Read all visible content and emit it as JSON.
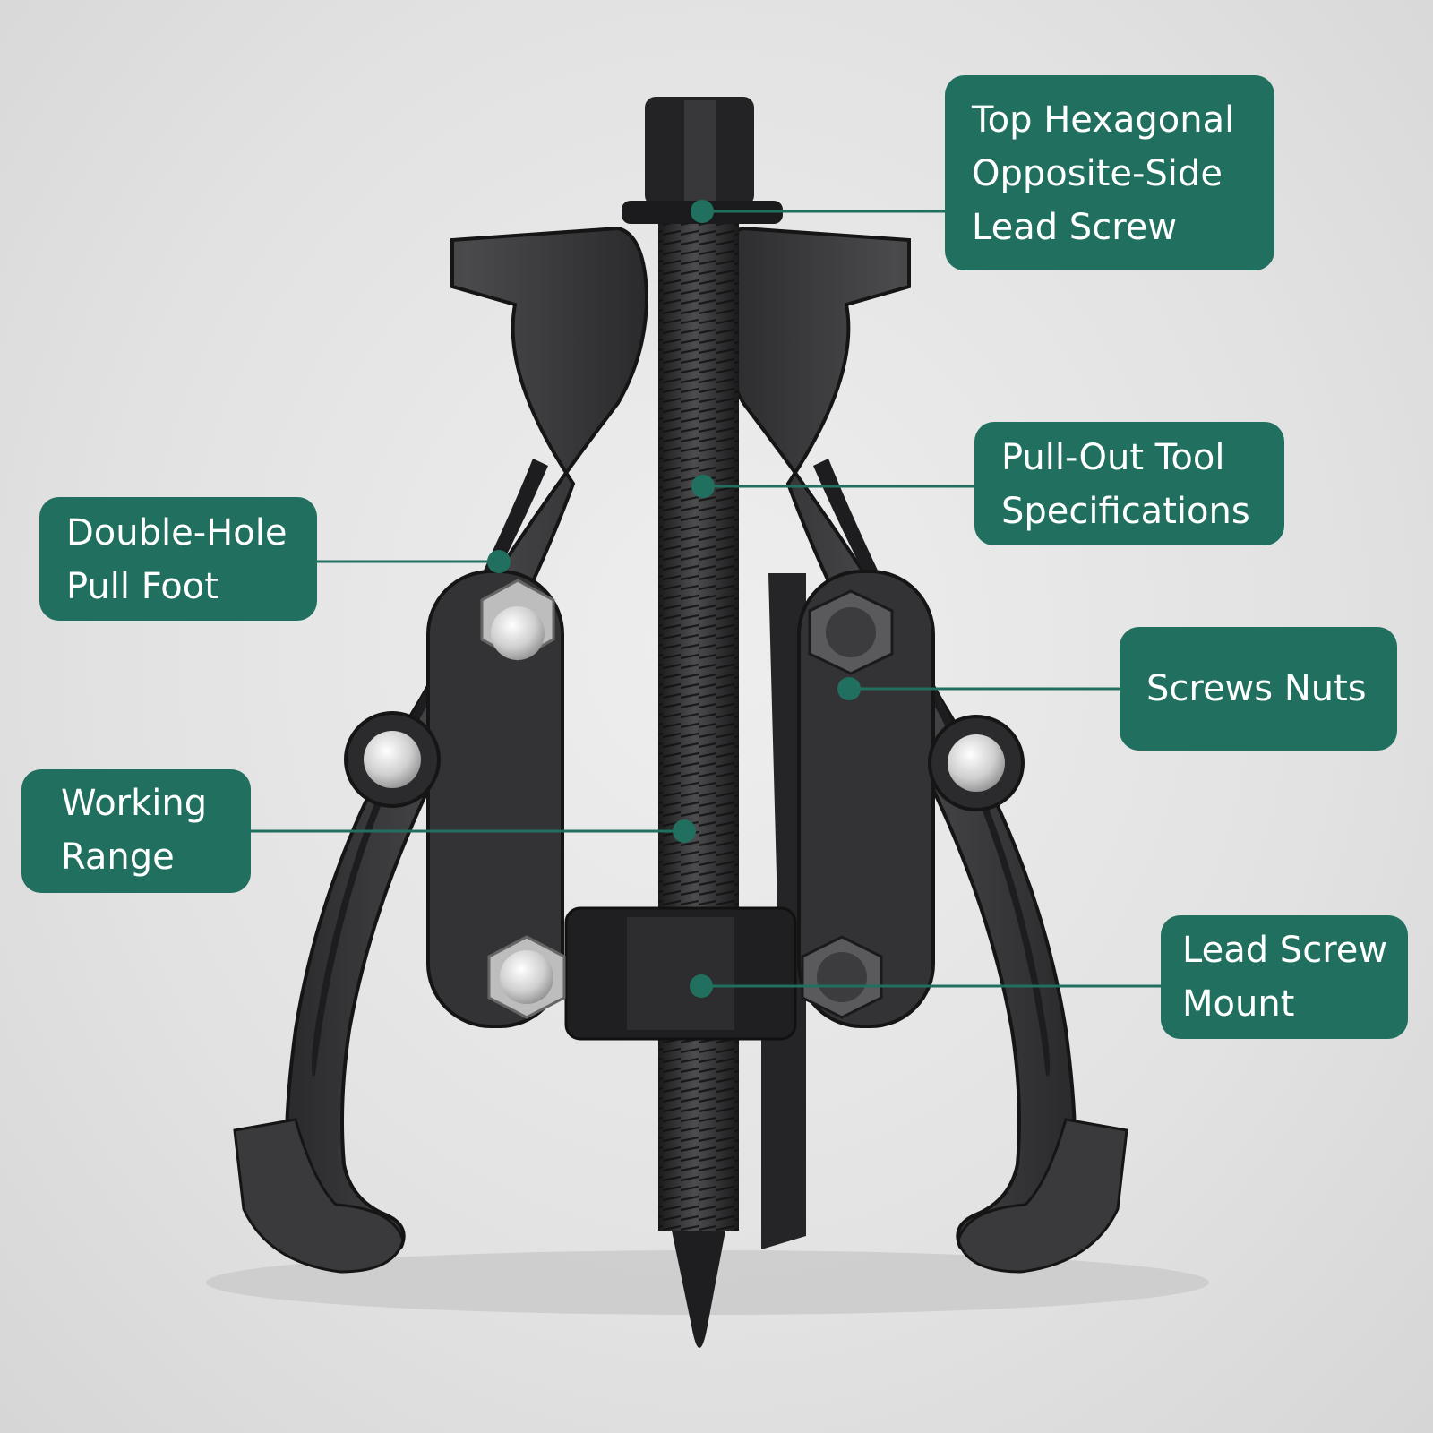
{
  "colors": {
    "background": "#e4e4e4",
    "callout_fill": "#21705f",
    "callout_text": "#ffffff",
    "leader_line": "#21705f",
    "tool_metal": "#3b3b3d",
    "tool_dark": "#1c1c1e",
    "bolt_silver": "#d9d9d9"
  },
  "callouts": [
    {
      "id": "top-hexagonal-lead-screw",
      "lines": [
        "Top Hexagonal",
        "Opposite-Side",
        "Lead Screw"
      ]
    },
    {
      "id": "pull-out-tool-specifications",
      "lines": [
        "Pull-Out Tool",
        "Specifications"
      ]
    },
    {
      "id": "double-hole-pull-foot",
      "lines": [
        "Double-Hole",
        "Pull Foot"
      ]
    },
    {
      "id": "screws-nuts",
      "lines": [
        "Screws Nuts"
      ]
    },
    {
      "id": "working-range",
      "lines": [
        "Working",
        "Range"
      ]
    },
    {
      "id": "lead-screw-mount",
      "lines": [
        "Lead Screw",
        "Mount"
      ]
    }
  ],
  "illustration": {
    "subject": "three-jaw gear puller"
  }
}
